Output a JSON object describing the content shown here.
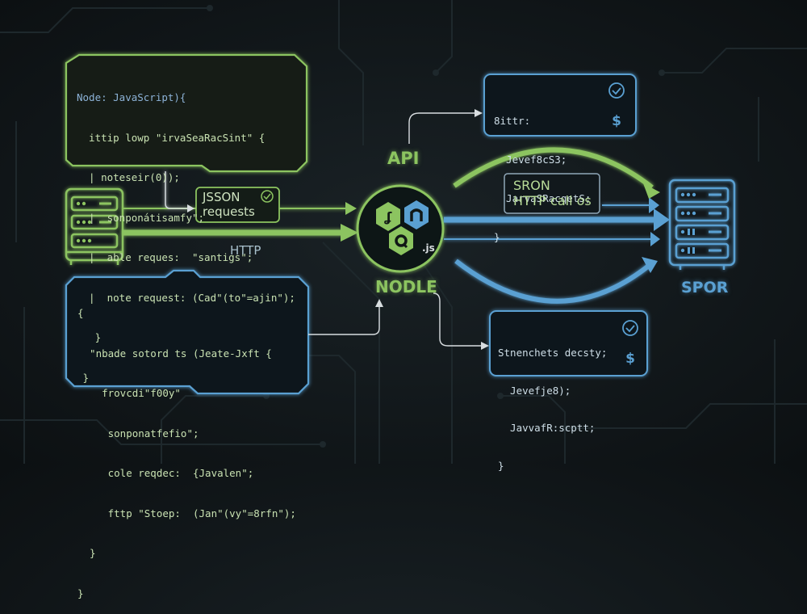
{
  "colors": {
    "green": "#8cc460",
    "blue": "#5aa0d2",
    "white_wire": "#d8dde0",
    "background": "#12181b"
  },
  "left_server": {
    "icon": "server-rack-icon",
    "color": "green"
  },
  "right_server": {
    "icon": "server-rack-icon",
    "label": "SPOR",
    "color": "blue"
  },
  "hub": {
    "top_label": "API",
    "bottom_label": "NODLE",
    "icons": [
      "js-hexagon-icon",
      "n-hexagon-icon",
      "q-hexagon-icon"
    ],
    "js_badge": ".js"
  },
  "code_panel_top_left": {
    "lines": [
      "Node: JavaScript){",
      "  ittip lowp \"irvaSeaRacSint\" {",
      "  | noteseir(0));",
      "  |  sonponátisamfy\";",
      "  |  able reques:  \"santigs\";",
      "  |  note request: (Cad\"(to\"=ajin\");",
      "   }",
      " }"
    ]
  },
  "code_panel_bottom_left": {
    "lines": [
      "{",
      "  \"nbade sotord ts (Jeate-Jxft {",
      "    frovcdi\"f00y\"",
      "     sonponatfefio\";",
      "     cole reqdec:  {Javalen\";",
      "     fttp \"Stoep:  (Jan\"(vy\"=8rfn\");",
      "  }",
      "}"
    ]
  },
  "code_panel_top_right": {
    "lines": [
      "8ittr:",
      "  Jevef8cS3;",
      "  JarvaSRacqetS;",
      "}"
    ],
    "icons": [
      "check-circle-icon",
      "dollar-icon"
    ]
  },
  "code_panel_bottom_right": {
    "lines": [
      "Stnenchets decsty;",
      "  Jevefje8);",
      "  JavvafR:scptt;",
      "}"
    ],
    "icons": [
      "check-circle-icon",
      "dollar-icon"
    ]
  },
  "json_box": {
    "line1": "JSSON",
    "line2": "requests",
    "icon": "check-circle-icon"
  },
  "http_label": "HTTP",
  "sron_box": {
    "line1": "SRON",
    "line2": "HTTP call os"
  }
}
